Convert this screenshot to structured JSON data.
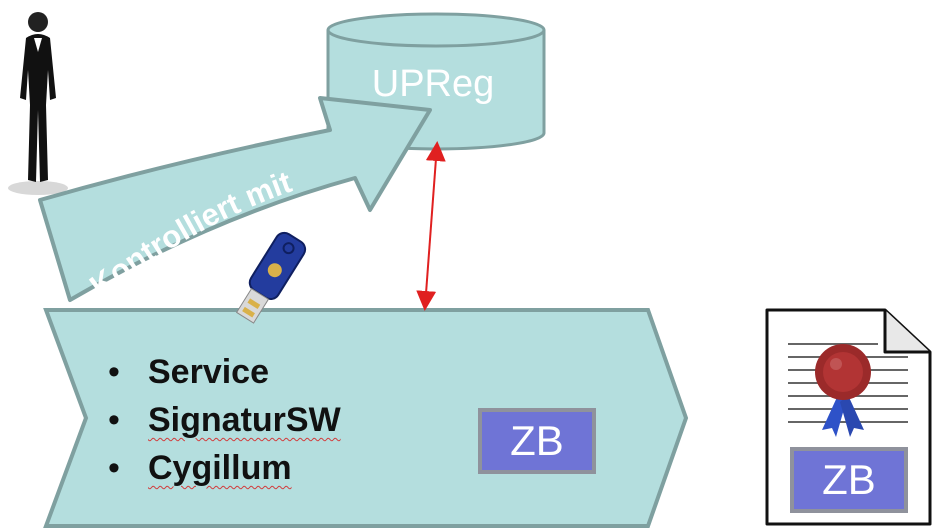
{
  "database": {
    "label": "UPReg"
  },
  "arrow": {
    "label": "Kontrolliert mit"
  },
  "main_block": {
    "items": [
      "Service",
      "SignaturSW",
      "Cygillum"
    ],
    "spellcheck_flagged": [
      false,
      true,
      true
    ],
    "badge": "ZB"
  },
  "document": {
    "badge": "ZB"
  },
  "colors": {
    "shape_fill": "#b4dede",
    "shape_border": "#7fa0a0",
    "badge_fill": "#6f74d6",
    "connector": "#e02020",
    "seal": "#9b2a2a",
    "ribbon": "#2e52c8"
  },
  "icons": [
    "person-icon",
    "usb-security-key-icon",
    "document-seal-icon",
    "database-icon"
  ]
}
